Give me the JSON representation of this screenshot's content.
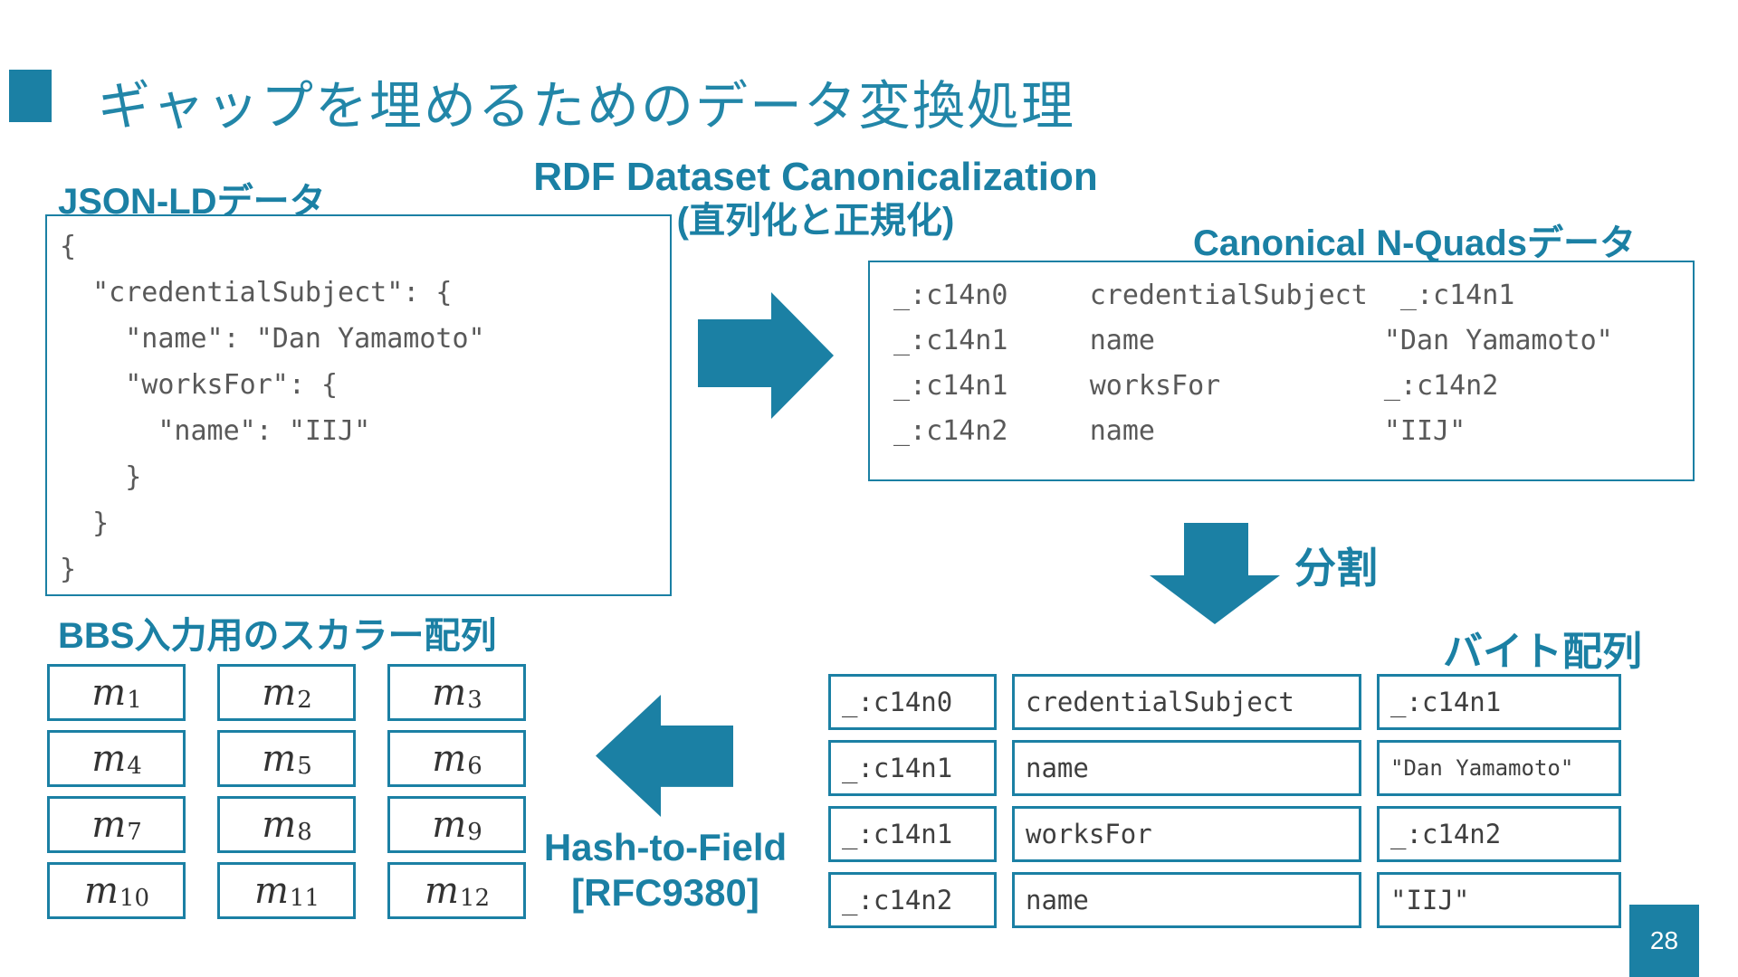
{
  "slide": {
    "title": "ギャップを埋めるためのデータ変換処理",
    "page_number": "28",
    "accent_color": "#1b80a4",
    "code_text_color": "#595959"
  },
  "json_ld": {
    "label": "JSON-LDデータ",
    "code": "{\n  \"credentialSubject\": {\n    \"name\": \"Dan Yamamoto\"\n    \"worksFor\": {\n      \"name\": \"IIJ\"\n    }\n  }\n}"
  },
  "rdf_canonicalization": {
    "label_line1": "RDF Dataset Canonicalization",
    "label_line2": "(直列化と正規化)"
  },
  "nquads": {
    "label": "Canonical N-Quadsデータ",
    "code": "_:c14n0     credentialSubject  _:c14n1\n_:c14n1     name              \"Dan Yamamoto\"\n_:c14n1     worksFor          _:c14n2\n_:c14n2     name              \"IIJ\""
  },
  "split": {
    "label": "分割"
  },
  "byte_array": {
    "label": "バイト配列",
    "rows": [
      [
        "_:c14n0",
        "credentialSubject",
        "_:c14n1"
      ],
      [
        "_:c14n1",
        "name",
        "\"Dan Yamamoto\""
      ],
      [
        "_:c14n1",
        "worksFor",
        "_:c14n2"
      ],
      [
        "_:c14n2",
        "name",
        "\"IIJ\""
      ]
    ]
  },
  "hash_to_field": {
    "label_line1": "Hash-to-Field",
    "label_line2": "[RFC9380]"
  },
  "scalar_array": {
    "label": "BBS入力用のスカラー配列",
    "cells": [
      {
        "base": "m",
        "sub": "1"
      },
      {
        "base": "m",
        "sub": "2"
      },
      {
        "base": "m",
        "sub": "3"
      },
      {
        "base": "m",
        "sub": "4"
      },
      {
        "base": "m",
        "sub": "5"
      },
      {
        "base": "m",
        "sub": "6"
      },
      {
        "base": "m",
        "sub": "7"
      },
      {
        "base": "m",
        "sub": "8"
      },
      {
        "base": "m",
        "sub": "9"
      },
      {
        "base": "m",
        "sub": "10"
      },
      {
        "base": "m",
        "sub": "11"
      },
      {
        "base": "m",
        "sub": "12"
      }
    ]
  }
}
